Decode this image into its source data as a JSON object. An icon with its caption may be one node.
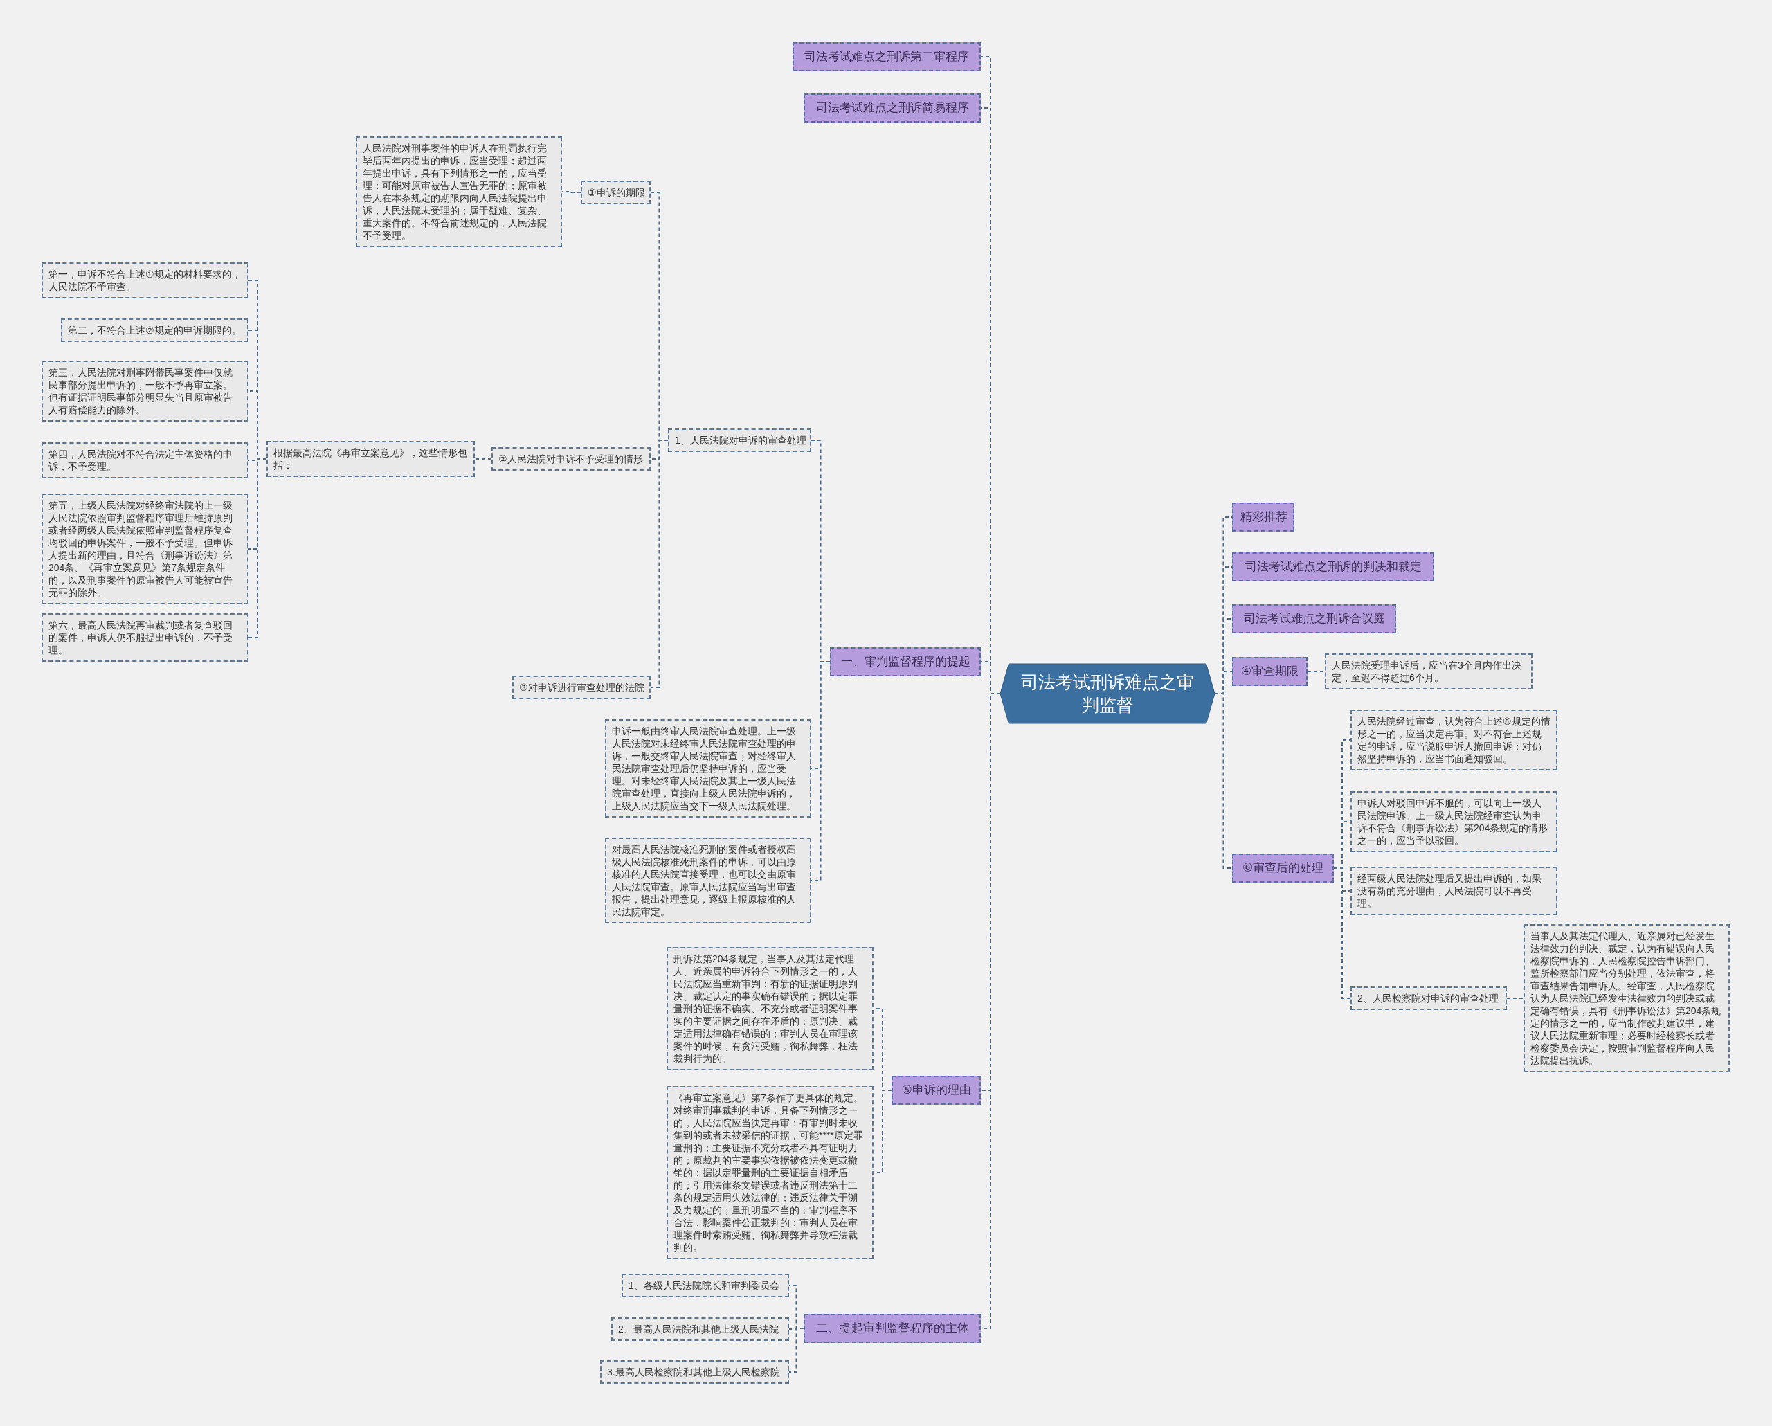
{
  "diagram": {
    "nodes": [
      {
        "text": [
          "司法考试刑诉难点之审判监督"
        ]
      },
      {
        "text": [
          "司法考试难点之刑诉第二审程序"
        ]
      },
      {
        "text": [
          "司法考试难点之刑诉简易程序"
        ]
      },
      {
        "text": [
          "一、审判监督程序的提起"
        ]
      },
      {
        "text": [
          "1、人民法院对申诉的审查处理"
        ]
      },
      {
        "text": [
          "①申诉的期限"
        ]
      },
      {
        "text": [
          "人民法院对刑事案件的申诉人在刑罚执行完毕后两年内提出的申诉，应当受理；超过两年提出申诉，具有下列情形之一的，应当受理：可能对原审被告人宣告无罪的；原审被告人在本条规定的期限内向人民法院提出申诉，人民法院未受理的；属于疑难、复杂、重大案件的。不符合前述规定的，人民法院不予受理。"
        ]
      },
      {
        "text": [
          "②人民法院对申诉不予受理的情形"
        ]
      },
      {
        "text": [
          "根据最高法院《再审立案意见》，这些情形包括："
        ]
      },
      {
        "text": [
          "第一，申诉不符合上述①规定的材料要求的，人民法院不予审查。"
        ]
      },
      {
        "text": [
          "第二，不符合上述②规定的申诉期限的。"
        ]
      },
      {
        "text": [
          "第三，人民法院对刑事附带民事案件中仅就民事部分提出申诉的，一般不予再审立案。但有证据证明民事部分明显失当且原审被告人有赔偿能力的除外。"
        ]
      },
      {
        "text": [
          "第四，人民法院对不符合法定主体资格的申诉，不予受理。"
        ]
      },
      {
        "text": [
          "第五，上级人民法院对经终审法院的上一级人民法院依照审判监督程序审理后维持原判或者经两级人民法院依照审判监督程序复查均驳回的申诉案件，一般不予受理。但申诉人提出新的理由，且符合《刑事诉讼法》第204条、《再审立案意见》第7条规定条件的，以及刑事案件的原审被告人可能被宣告无罪的除外。"
        ]
      },
      {
        "text": [
          "第六，最高人民法院再审裁判或者复查驳回的案件，申诉人仍不服提出申诉的，不予受理。"
        ]
      },
      {
        "text": [
          "③对申诉进行审查处理的法院"
        ]
      },
      {
        "text": [
          "申诉一般由终审人民法院审查处理。上一级人民法院对未经终审人民法院审查处理的申诉，一般交终审人民法院审查；对经终审人民法院审查处理后仍坚持申诉的，应当受理。对未经终审人民法院及其上一级人民法院审查处理，直接向上级人民法院申诉的，上级人民法院应当交下一级人民法院处理。"
        ]
      },
      {
        "text": [
          "对最高人民法院核准死刑的案件或者授权高级人民法院核准死刑案件的申诉，可以由原核准的人民法院直接受理，也可以交由原审人民法院审查。原审人民法院应当写出审查报告，提出处理意见，逐级上报原核准的人民法院审定。"
        ]
      },
      {
        "text": [
          "⑤申诉的理由"
        ]
      },
      {
        "text": [
          "刑诉法第204条规定，当事人及其法定代理人、近亲属的申诉符合下列情形之一的，人民法院应当重新审判：有新的证据证明原判决、裁定认定的事实确有错误的；据以定罪量刑的证据不确实、不充分或者证明案件事实的主要证据之间存在矛盾的；原判决、裁定适用法律确有错误的；审判人员在审理该案件的时候，有贪污受贿，徇私舞弊，枉法裁判行为的。"
        ]
      },
      {
        "text": [
          "《再审立案意见》第7条作了更具体的规定。对终审刑事裁判的申诉，具备下列情形之一的，人民法院应当决定再审：有审判时未收集到的或者未被采信的证据，可能****原定罪量刑的；主要证据不充分或者不具有证明力的；原裁判的主要事实依据被依法变更或撤销的；据以定罪量刑的主要证据自相矛盾的；引用法律条文错误或者违反刑法第十二条的规定适用失效法律的；违反法律关于溯及力规定的；量刑明显不当的；审判程序不合法，影响案件公正裁判的；审判人员在审理案件时索贿受贿、徇私舞弊并导致枉法裁判的。"
        ]
      },
      {
        "text": [
          "二、提起审判监督程序的主体"
        ]
      },
      {
        "text": [
          "1、各级人民法院院长和审判委员会"
        ]
      },
      {
        "text": [
          "2、最高人民法院和其他上级人民法院"
        ]
      },
      {
        "text": [
          "3.最高人民检察院和其他上级人民检察院"
        ]
      },
      {
        "text": [
          "精彩推荐"
        ]
      },
      {
        "text": [
          "司法考试难点之刑诉的判决和裁定"
        ]
      },
      {
        "text": [
          "司法考试难点之刑诉合议庭"
        ]
      },
      {
        "text": [
          "④审查期限"
        ]
      },
      {
        "text": [
          "人民法院受理申诉后，应当在3个月内作出决定，至迟不得超过6个月。"
        ]
      },
      {
        "text": [
          "⑥审查后的处理"
        ]
      },
      {
        "text": [
          "人民法院经过审查，认为符合上述⑥规定的情形之一的，应当决定再审。对不符合上述规定的申诉，应当说服申诉人撤回申诉；对仍然坚持申诉的，应当书面通知驳回。"
        ]
      },
      {
        "text": [
          "申诉人对驳回申诉不服的，可以向上一级人民法院申诉。上一级人民法院经审查认为申诉不符合《刑事诉讼法》第204条规定的情形之一的，应当予以驳回。"
        ]
      },
      {
        "text": [
          "经两级人民法院处理后又提出申诉的，如果没有新的充分理由，人民法院可以不再受理。"
        ]
      },
      {
        "text": [
          "2、人民检察院对申诉的审查处理"
        ]
      },
      {
        "text": [
          "当事人及其法定代理人、近亲属对已经发生法律效力的判决、裁定，认为有错误向人民检察院申诉的，人民检察院控告申诉部门、监所检察部门应当分别处理，依法审查，将审查结果告知申诉人。经审查，人民检察院认为人民法院已经发生法律效力的判决或裁定确有错误，具有《刑事诉讼法》第204条规定的情形之一的，应当制作改判建议书，建议人民法院重新审理；必要时经检察长或者检察委员会决定，按照审判监督程序向人民法院提出抗诉。"
        ]
      }
    ],
    "edges": [
      {
        "from": 0,
        "to": 1,
        "arrow": "none"
      },
      {
        "from": 0,
        "to": 2,
        "arrow": "none"
      },
      {
        "from": 0,
        "to": 3,
        "arrow": "none"
      },
      {
        "from": 3,
        "to": 4,
        "arrow": "none"
      },
      {
        "from": 4,
        "to": 5,
        "arrow": "none"
      },
      {
        "from": 5,
        "to": 6,
        "arrow": "none"
      },
      {
        "from": 4,
        "to": 7,
        "arrow": "none"
      },
      {
        "from": 7,
        "to": 8,
        "arrow": "none"
      },
      {
        "from": 8,
        "to": 9,
        "arrow": "none"
      },
      {
        "from": 8,
        "to": 10,
        "arrow": "none"
      },
      {
        "from": 8,
        "to": 11,
        "arrow": "none"
      },
      {
        "from": 8,
        "to": 12,
        "arrow": "none"
      },
      {
        "from": 8,
        "to": 13,
        "arrow": "none"
      },
      {
        "from": 8,
        "to": 14,
        "arrow": "none"
      },
      {
        "from": 4,
        "to": 15,
        "arrow": "none"
      },
      {
        "from": 3,
        "to": 16,
        "arrow": "none"
      },
      {
        "from": 3,
        "to": 17,
        "arrow": "none"
      },
      {
        "from": 0,
        "to": 18,
        "arrow": "none"
      },
      {
        "from": 18,
        "to": 19,
        "arrow": "none"
      },
      {
        "from": 18,
        "to": 20,
        "arrow": "none"
      },
      {
        "from": 0,
        "to": 21,
        "arrow": "none"
      },
      {
        "from": 21,
        "to": 22,
        "arrow": "none"
      },
      {
        "from": 21,
        "to": 23,
        "arrow": "none"
      },
      {
        "from": 21,
        "to": 24,
        "arrow": "none"
      },
      {
        "from": 0,
        "to": 25,
        "arrow": "none"
      },
      {
        "from": 0,
        "to": 26,
        "arrow": "none"
      },
      {
        "from": 0,
        "to": 27,
        "arrow": "none"
      },
      {
        "from": 0,
        "to": 28,
        "arrow": "none"
      },
      {
        "from": 28,
        "to": 29,
        "arrow": "none"
      },
      {
        "from": 0,
        "to": 30,
        "arrow": "none"
      },
      {
        "from": 30,
        "to": 31,
        "arrow": "none"
      },
      {
        "from": 30,
        "to": 32,
        "arrow": "none"
      },
      {
        "from": 30,
        "to": 33,
        "arrow": "none"
      },
      {
        "from": 30,
        "to": 34,
        "arrow": "none"
      },
      {
        "from": 34,
        "to": 35,
        "arrow": "none"
      }
    ]
  }
}
